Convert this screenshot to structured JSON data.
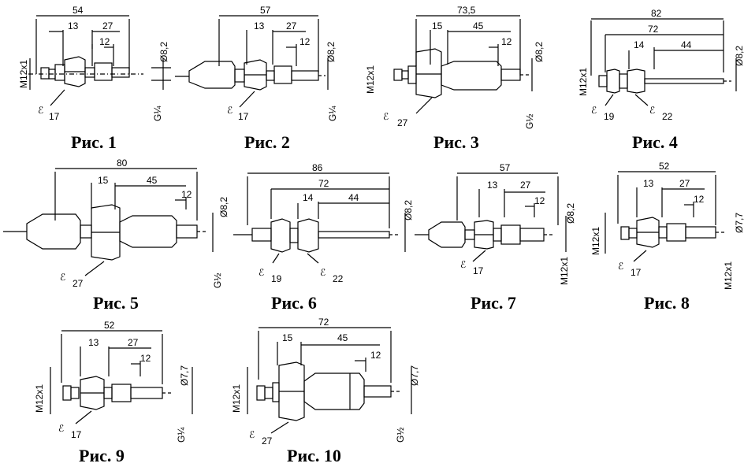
{
  "figures": [
    {
      "caption": "Рис. 1",
      "dims": {
        "total": "54",
        "a": "13",
        "b": "27",
        "c": "12",
        "dia": "Ø8,2",
        "thread_left": "M12x1",
        "thread_right": "G¼",
        "wrench": "17"
      }
    },
    {
      "caption": "Рис. 2",
      "dims": {
        "total": "57",
        "a": "13",
        "b": "27",
        "c": "12",
        "dia": "Ø8,2",
        "thread_right": "G¼",
        "wrench": "17"
      }
    },
    {
      "caption": "Рис. 3",
      "dims": {
        "total": "73,5",
        "a": "15",
        "b": "45",
        "c": "12",
        "dia": "Ø8,2",
        "thread_left": "M12x1",
        "thread_right": "G½",
        "wrench": "27"
      }
    },
    {
      "caption": "Рис. 4",
      "dims": {
        "total": "82",
        "a": "72",
        "b": "14",
        "c": "44",
        "dia": "Ø8,2",
        "thread_left": "M12x1",
        "wrench": "19",
        "wrench2": "22"
      }
    },
    {
      "caption": "Рис. 5",
      "dims": {
        "total": "80",
        "a": "15",
        "b": "45",
        "c": "12",
        "dia": "Ø8,2",
        "thread_right": "G½",
        "wrench": "27"
      }
    },
    {
      "caption": "Рис. 6",
      "dims": {
        "total": "86",
        "a": "72",
        "b": "14",
        "c": "44",
        "dia": "Ø8,2",
        "wrench": "19",
        "wrench2": "22"
      }
    },
    {
      "caption": "Рис. 7",
      "dims": {
        "total": "57",
        "a": "13",
        "b": "27",
        "c": "12",
        "dia": "Ø8,2",
        "thread_right": "M12x1",
        "wrench": "17"
      }
    },
    {
      "caption": "Рис. 8",
      "dims": {
        "total": "52",
        "a": "13",
        "b": "27",
        "c": "12",
        "dia": "Ø7,7",
        "thread_left": "M12x1",
        "thread_right": "M12x1",
        "wrench": "17"
      }
    },
    {
      "caption": "Рис. 9",
      "dims": {
        "total": "52",
        "a": "13",
        "b": "27",
        "c": "12",
        "dia": "Ø7,7",
        "thread_left": "M12x1",
        "thread_right": "G¼",
        "wrench": "17"
      }
    },
    {
      "caption": "Рис. 10",
      "dims": {
        "total": "72",
        "a": "15",
        "b": "45",
        "c": "12",
        "dia": "Ø7,7",
        "thread_left": "M12x1",
        "thread_right": "G½",
        "wrench": "27"
      }
    }
  ]
}
